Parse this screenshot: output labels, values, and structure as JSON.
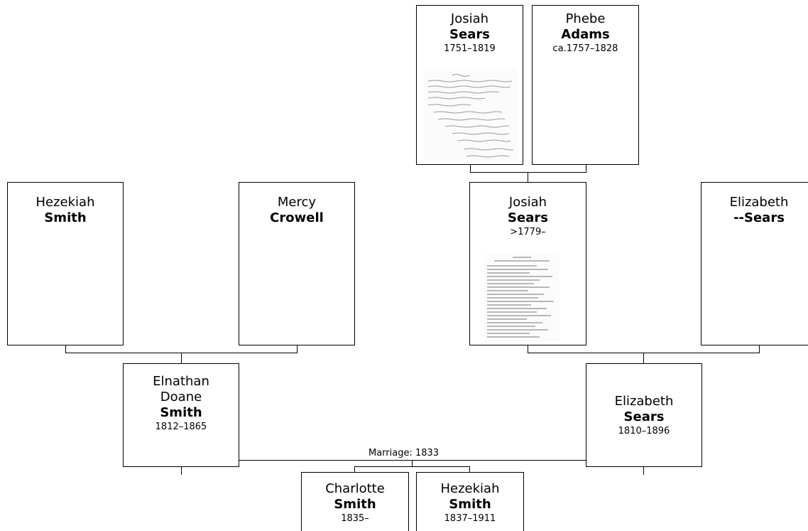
{
  "people": {
    "josiah_sears_1751": {
      "given": "Josiah",
      "surname": "Sears",
      "dates": "1751–1819"
    },
    "phebe_adams": {
      "given": "Phebe",
      "surname": "Adams",
      "dates": "ca.1757–1828"
    },
    "hezekiah_smith_sr": {
      "given": "Hezekiah",
      "surname": "Smith",
      "dates": ""
    },
    "mercy_crowell": {
      "given": "Mercy",
      "surname": "Crowell",
      "dates": ""
    },
    "josiah_sears_1779": {
      "given": "Josiah",
      "surname": "Sears",
      "dates": ">1779–"
    },
    "elizabeth_sears_elder": {
      "given": "Elizabeth",
      "surname": "--Sears",
      "dates": ""
    },
    "elnathan_smith": {
      "given": "Elnathan Doane",
      "surname": "Smith",
      "dates": "1812–1865"
    },
    "elizabeth_sears": {
      "given": "Elizabeth",
      "surname": "Sears",
      "dates": "1810–1896"
    },
    "charlotte_smith": {
      "given": "Charlotte",
      "surname": "Smith",
      "dates": "1835–"
    },
    "hezekiah_smith_jr": {
      "given": "Hezekiah",
      "surname": "Smith",
      "dates": "1837–1911"
    }
  },
  "marriage": {
    "label": "Marriage: 1833"
  }
}
